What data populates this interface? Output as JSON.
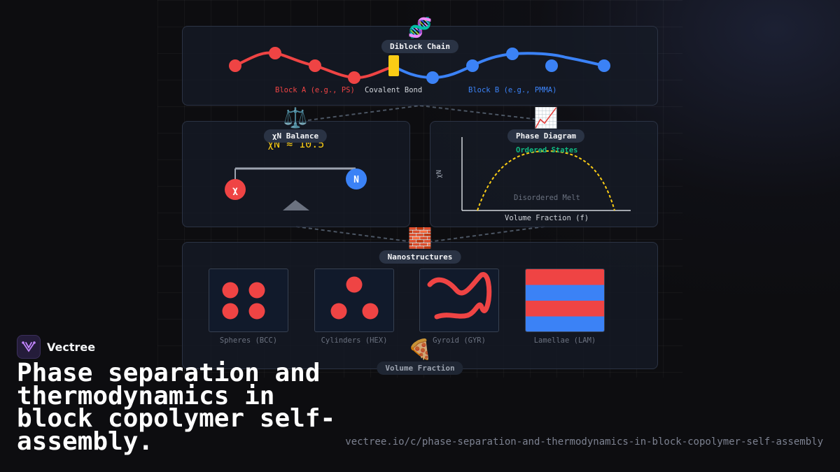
{
  "chain": {
    "title": "Diblock Chain",
    "emoji": "🧬",
    "block_a_label": "Block A (e.g., PS)",
    "bond_label": "Covalent Bond",
    "block_b_label": "Block B (e.g., PMMA)"
  },
  "balance": {
    "title": "χN Balance",
    "emoji": "⚖️",
    "equation": "χN ≈ 10.5",
    "left_ball": "χ",
    "right_ball": "N"
  },
  "phase_diagram": {
    "title": "Phase Diagram",
    "emoji": "📈",
    "ordered_label": "Ordered States",
    "disordered_label": "Disordered Melt",
    "xlabel": "Volume Fraction (f)",
    "ylabel": "χN"
  },
  "nano": {
    "title": "Nanostructures",
    "emoji": "🧱",
    "items": [
      {
        "label": "Spheres (BCC)"
      },
      {
        "label": "Cylinders (HEX)"
      },
      {
        "label": "Gyroid (GYR)"
      },
      {
        "label": "Lamellae (LAM)"
      }
    ]
  },
  "volume_fraction": {
    "title": "Volume Fraction",
    "emoji": "🍕"
  },
  "colors": {
    "block_a": "#ef4444",
    "block_b": "#3b82f6",
    "bond": "#facc15",
    "ordered": "#10b981"
  },
  "brand": {
    "name": "Vectree"
  },
  "headline": "Phase separation and thermodynamics in block copolymer self-assembly.",
  "url": "vectree.io/c/phase-separation-and-thermodynamics-in-block-copolymer-self-assembly"
}
